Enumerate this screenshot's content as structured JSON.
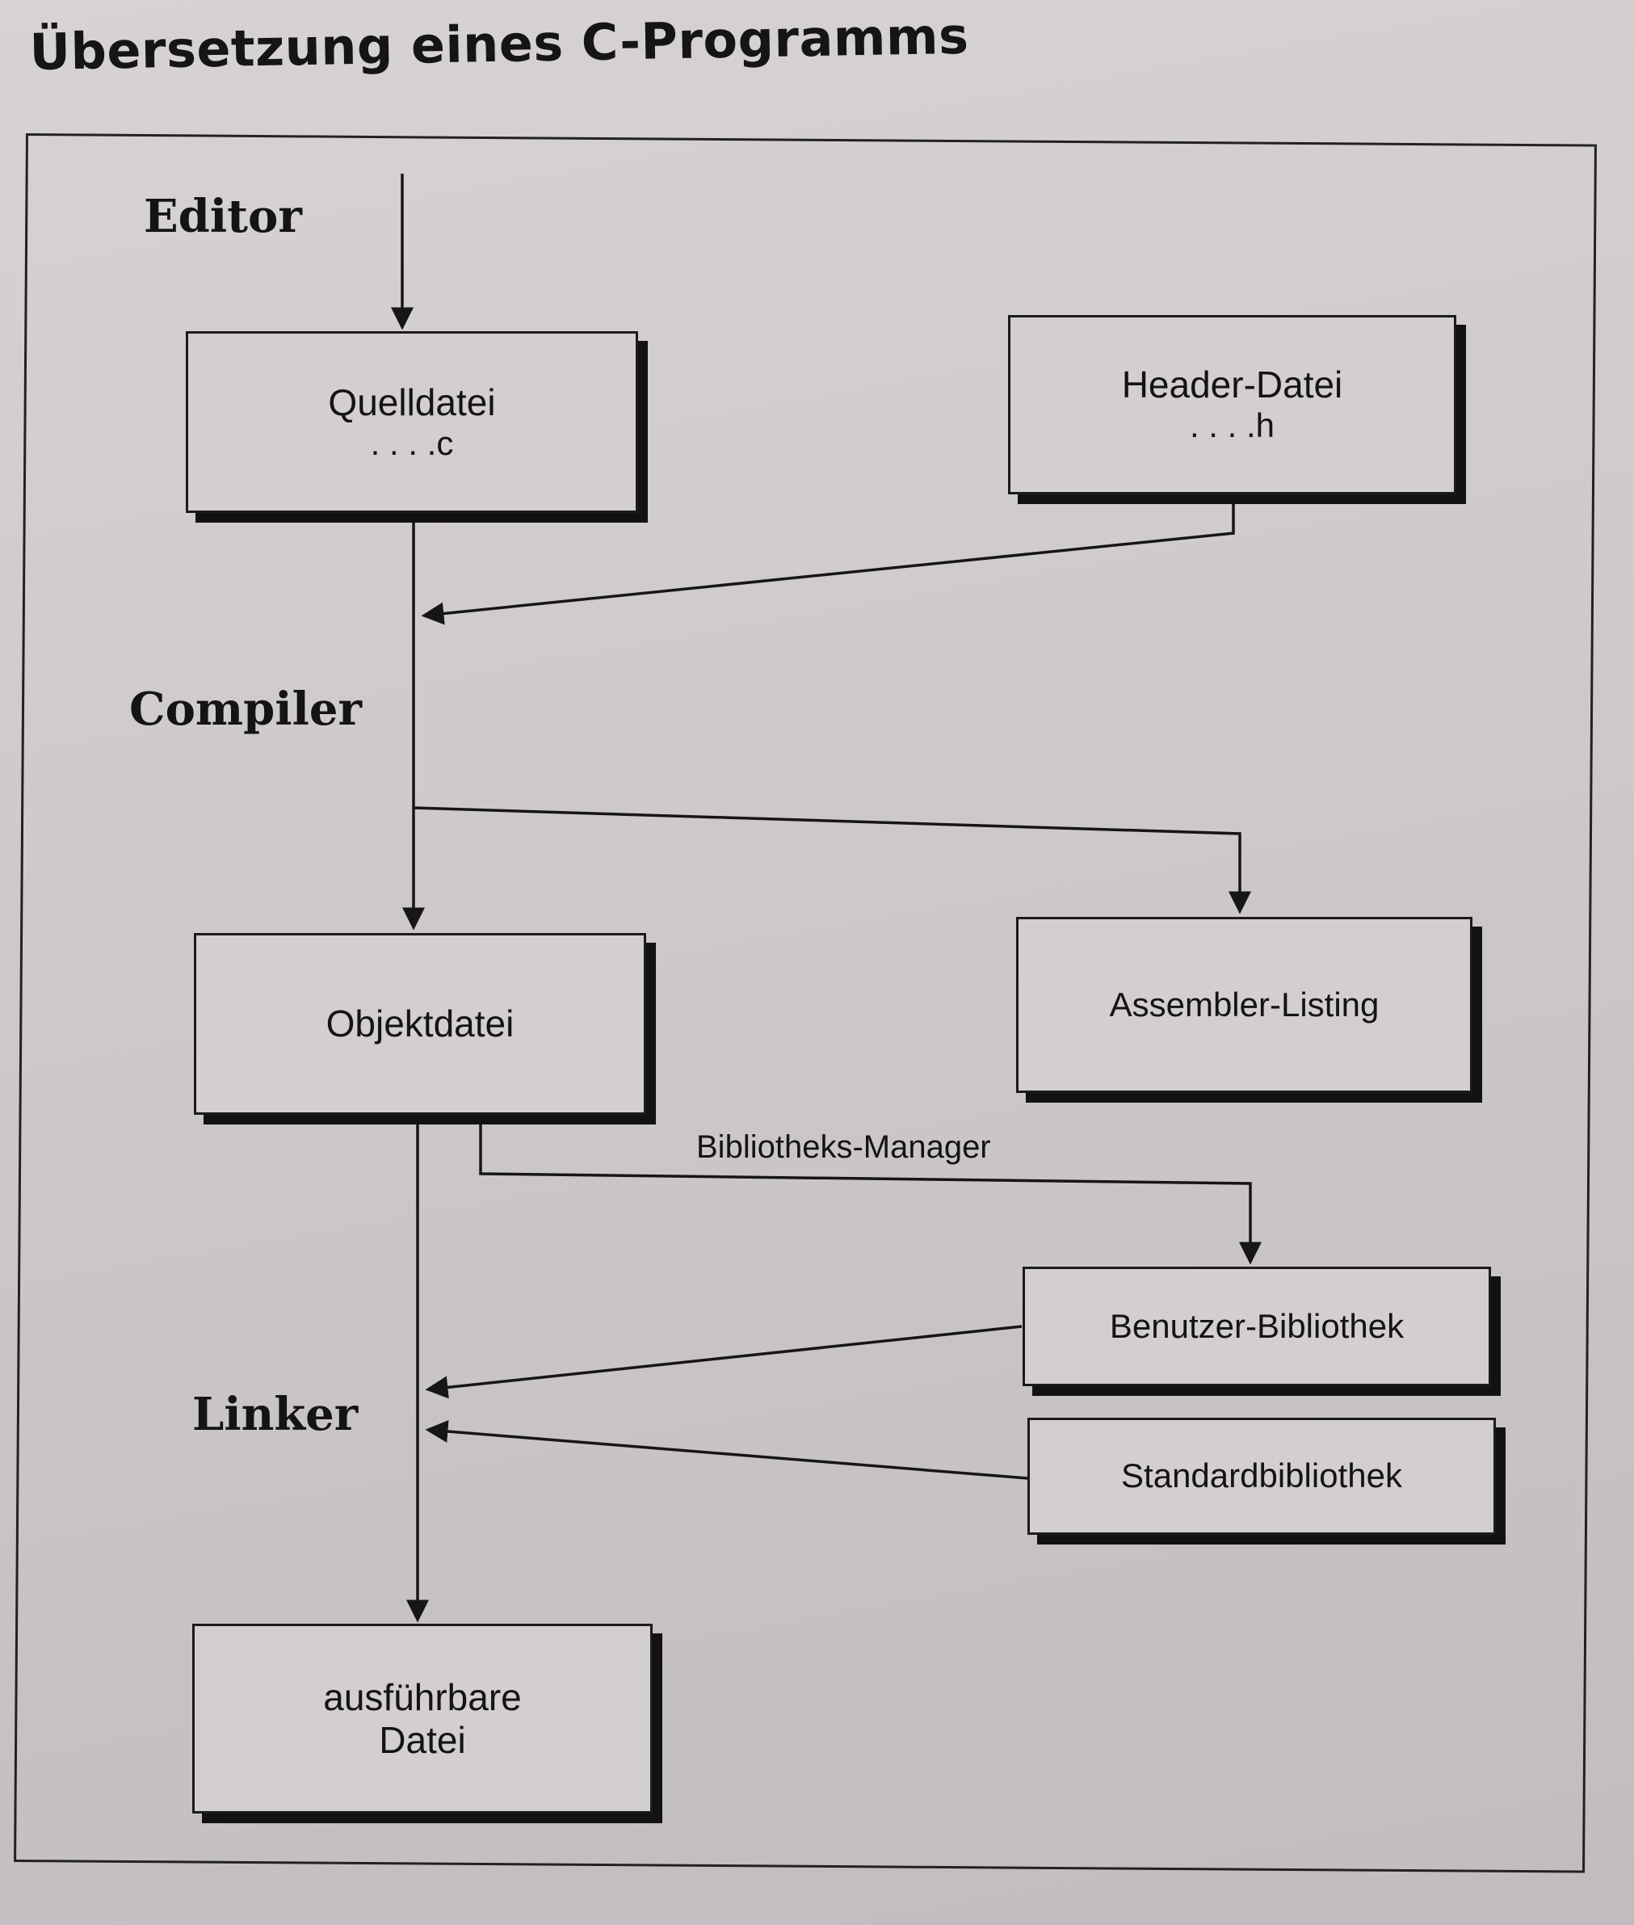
{
  "title": "Übersetzung eines C-Programms",
  "stages": {
    "editor": "Editor",
    "compiler": "Compiler",
    "linker": "Linker"
  },
  "boxes": {
    "source_file": {
      "label": "Quelldatei",
      "ext": ". . .   .c"
    },
    "header_file": {
      "label": "Header-Datei",
      "ext": ". . .   .h"
    },
    "object_file": {
      "label": "Objektdatei"
    },
    "assembler_listing": {
      "label": "Assembler-Listing"
    },
    "user_library": {
      "label": "Benutzer-Bibliothek"
    },
    "standard_library": {
      "label": "Standardbibliothek"
    },
    "executable": {
      "label": "ausführbare",
      "label2": "Datei"
    }
  },
  "edges": {
    "library_manager": "Bibliotheks-Manager"
  }
}
